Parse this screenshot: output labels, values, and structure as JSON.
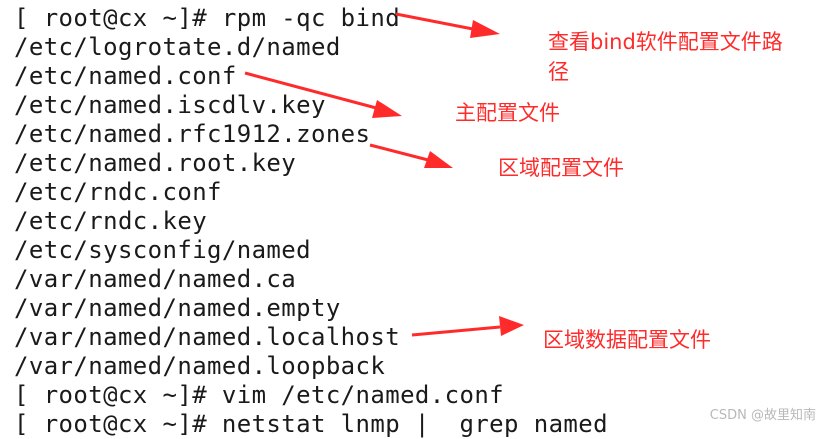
{
  "terminal": {
    "lines": [
      "[ root@cx ~]# rpm -qc bind",
      "/etc/logrotate.d/named",
      "/etc/named.conf",
      "/etc/named.iscdlv.key",
      "/etc/named.rfc1912.zones",
      "/etc/named.root.key",
      "/etc/rndc.conf",
      "/etc/rndc.key",
      "/etc/sysconfig/named",
      "/var/named/named.ca",
      "/var/named/named.empty",
      "/var/named/named.localhost",
      "/var/named/named.loopback",
      "[ root@cx ~]# vim /etc/named.conf",
      "[ root@cx ~]# netstat lnmp |  grep named"
    ]
  },
  "annotations": {
    "view_paths_line1": "查看bind软件配置文件路",
    "view_paths_line2": "径",
    "main_config": "主配置文件",
    "zone_config": "区域配置文件",
    "zone_data_config": "区域数据配置文件"
  },
  "watermark": "CSDN @故里知南",
  "colors": {
    "annotation": "#ff2b2b",
    "terminal_text": "#1a1a1a",
    "background": "#ffffff"
  }
}
